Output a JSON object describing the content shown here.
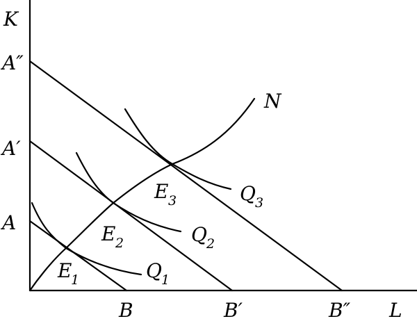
{
  "diagram": {
    "axes": {
      "y": "K",
      "x": "L"
    },
    "y_ticks": {
      "A": "A",
      "A_prime": "A′",
      "A_double_prime": "A″"
    },
    "x_ticks": {
      "B": "B",
      "B_prime": "B′",
      "B_double_prime": "B″"
    },
    "expansion_path": "N",
    "equilibria": {
      "e1": {
        "letter": "E",
        "sub": "1"
      },
      "e2": {
        "letter": "E",
        "sub": "2"
      },
      "e3": {
        "letter": "E",
        "sub": "3"
      }
    },
    "isoquants": {
      "q1": {
        "letter": "Q",
        "sub": "1"
      },
      "q2": {
        "letter": "Q",
        "sub": "2"
      },
      "q3": {
        "letter": "Q",
        "sub": "3"
      }
    }
  }
}
